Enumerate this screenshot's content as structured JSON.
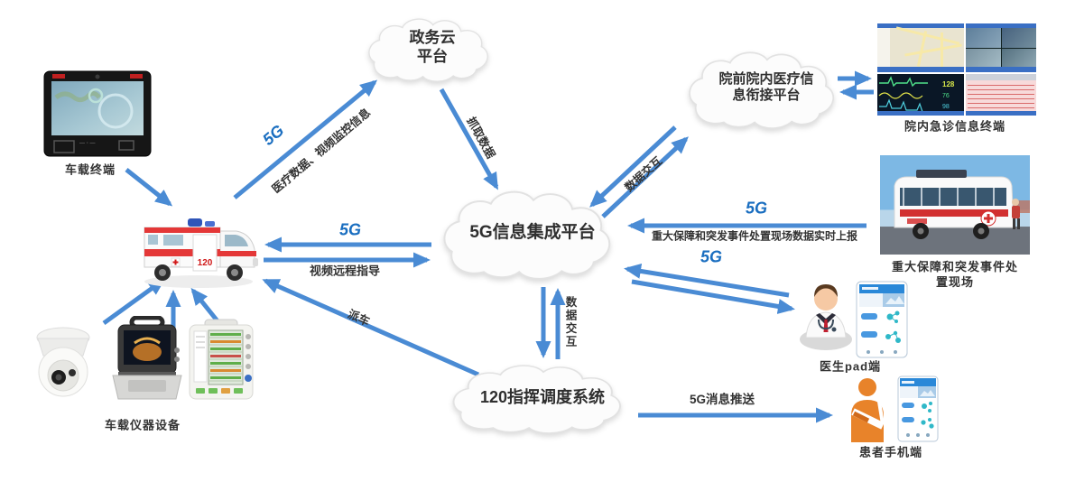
{
  "colors": {
    "arrow_blue": "#4a8bd4",
    "label_5g_blue": "#1a6ec0",
    "text_dark": "#333333"
  },
  "nodes": {
    "vehicle_terminal": {
      "label": "车载终端"
    },
    "ambulance": {
      "marking": "120"
    },
    "vehicle_devices": {
      "label": "车载仪器设备"
    },
    "gov_cloud": {
      "line1": "政务云",
      "line2": "平台"
    },
    "integration_platform": {
      "label": "5G信息集成平台"
    },
    "hospital_platform": {
      "line1": "院前院内医疗信",
      "line2": "息衔接平台"
    },
    "er_terminal": {
      "label": "院内急诊信息终端"
    },
    "event_site": {
      "line1": "重大保障和突发事件处",
      "line2": "置现场"
    },
    "doctor_pad": {
      "label": "医生pad端"
    },
    "dispatch_system": {
      "label": "120指挥调度系统"
    },
    "patient_phone": {
      "label": "患者手机端"
    }
  },
  "edges": {
    "ambulance_to_gov": {
      "tech": "5G",
      "label": "医疗数据、视频监控信息"
    },
    "gov_to_platform": {
      "label": "抓取数据"
    },
    "platform_hospital": {
      "label": "数据交互"
    },
    "ambulance_platform": {
      "tech": "5G",
      "label": "视频远程指导"
    },
    "site_to_platform": {
      "tech": "5G",
      "label": "重大保障和突发事件处置现场数据实时上报"
    },
    "platform_doctor": {
      "tech": "5G"
    },
    "platform_dispatch": {
      "label": "数据交互"
    },
    "dispatch_to_ambulance": {
      "label": "派车"
    },
    "dispatch_to_patient": {
      "label": "5G消息推送"
    }
  }
}
